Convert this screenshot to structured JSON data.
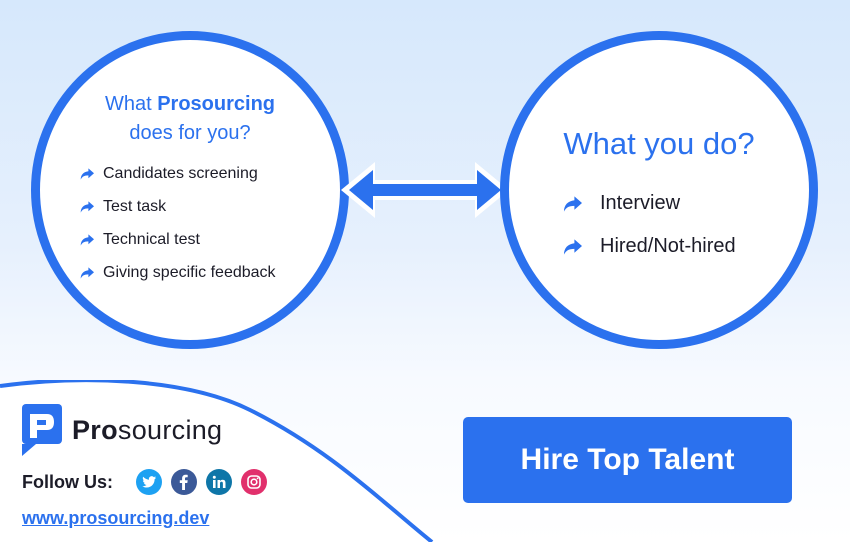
{
  "left_panel": {
    "title_prefix": "What ",
    "title_brand": "Prosourcing",
    "title_line2": "does for you?",
    "items": [
      "Candidates screening",
      "Test task",
      "Technical test",
      "Giving specific feedback"
    ]
  },
  "right_panel": {
    "title": "What you do?",
    "items": [
      "Interview",
      "Hired/Not-hired"
    ]
  },
  "brand": {
    "logo_bold": "Pro",
    "logo_rest": "sourcing",
    "follow_label": "Follow Us:",
    "social": [
      "twitter-icon",
      "facebook-icon",
      "linkedin-icon",
      "instagram-icon"
    ],
    "website": "www.prosourcing.dev"
  },
  "cta": {
    "label": "Hire Top Talent"
  },
  "colors": {
    "accent": "#2b71ee",
    "twitter": "#1da1f2",
    "facebook": "#3b5998",
    "linkedin": "#0e76a8",
    "instagram": "#e1306c"
  }
}
